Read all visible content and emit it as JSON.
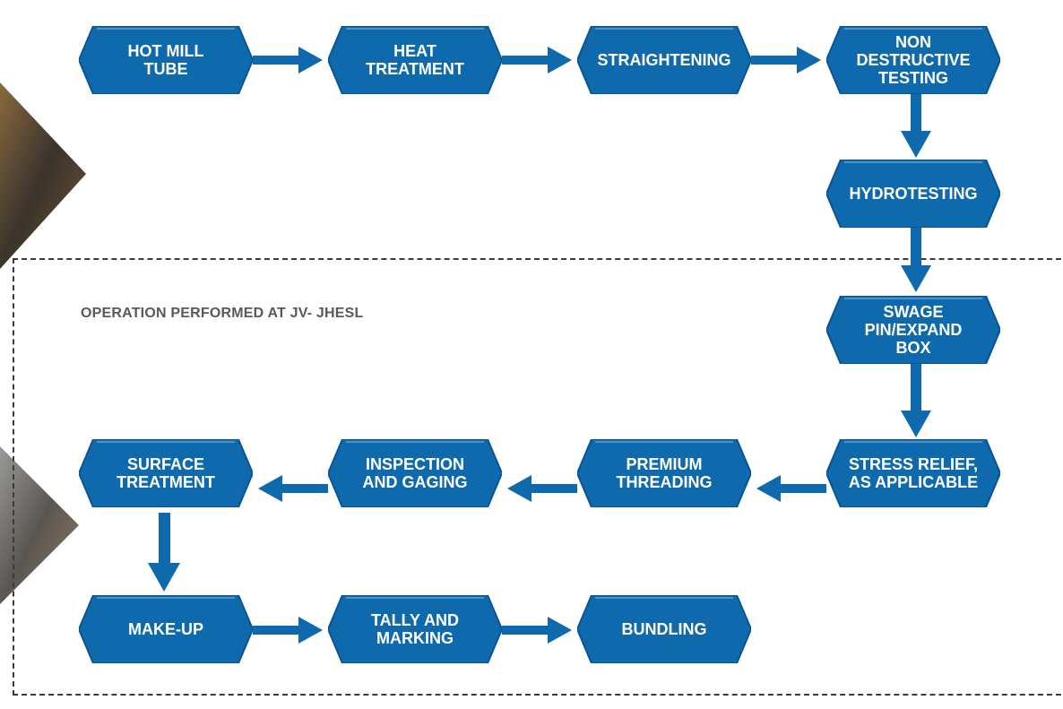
{
  "region_label": "OPERATION PERFORMED AT JV- JHESL",
  "steps": [
    "HOT MILL\nTUBE",
    "HEAT\nTREATMENT",
    "STRAIGHTENING",
    "NON\nDESTRUCTIVE\nTESTING",
    "HYDROTESTING",
    "SWAGE\nPIN/EXPAND\nBOX",
    "STRESS RELIEF,\nAS APPLICABLE",
    "PREMIUM\nTHREADING",
    "INSPECTION\nAND GAGING",
    "SURFACE\nTREATMENT",
    "MAKE-UP",
    "TALLY AND\nMARKING",
    "BUNDLING"
  ],
  "colors": {
    "box": "#0f6aad",
    "box_edge": "#0a5491",
    "arrow": "#0f6aad",
    "frame": "#3b3b3b",
    "label": "#555a5e"
  }
}
